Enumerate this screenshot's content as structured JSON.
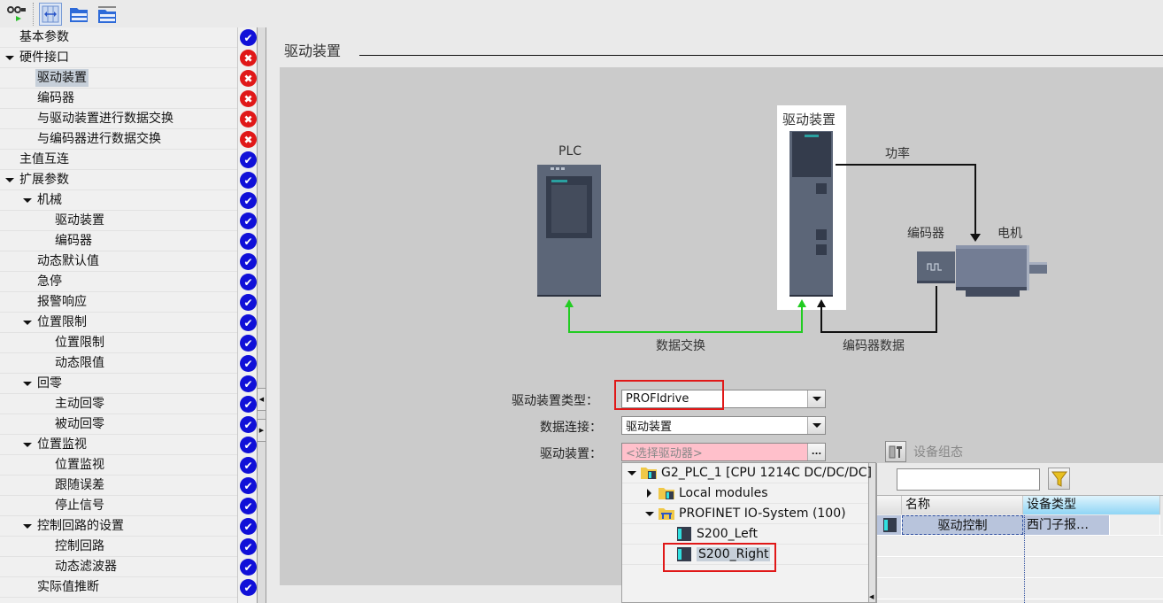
{
  "toolbar": {
    "buttons": [
      {
        "name": "monitor-glasses-icon"
      },
      {
        "name": "column-width-icon",
        "active": true
      },
      {
        "name": "expand-all-icon"
      },
      {
        "name": "collapse-all-icon"
      }
    ]
  },
  "nav": {
    "items": [
      {
        "label": "基本参数",
        "level": 0,
        "expandable": false,
        "status": "ok"
      },
      {
        "label": "硬件接口",
        "level": 0,
        "expandable": true,
        "status": "err"
      },
      {
        "label": "驱动装置",
        "level": 1,
        "expandable": false,
        "status": "err",
        "selected": true
      },
      {
        "label": "编码器",
        "level": 1,
        "expandable": false,
        "status": "err"
      },
      {
        "label": "与驱动装置进行数据交换",
        "level": 1,
        "expandable": false,
        "status": "err"
      },
      {
        "label": "与编码器进行数据交换",
        "level": 1,
        "expandable": false,
        "status": "err"
      },
      {
        "label": "主值互连",
        "level": 0,
        "expandable": false,
        "status": "ok"
      },
      {
        "label": "扩展参数",
        "level": 0,
        "expandable": true,
        "status": "ok"
      },
      {
        "label": "机械",
        "level": 1,
        "expandable": true,
        "status": "ok"
      },
      {
        "label": "驱动装置",
        "level": 2,
        "expandable": false,
        "status": "ok"
      },
      {
        "label": "编码器",
        "level": 2,
        "expandable": false,
        "status": "ok"
      },
      {
        "label": "动态默认值",
        "level": 1,
        "expandable": false,
        "status": "ok"
      },
      {
        "label": "急停",
        "level": 1,
        "expandable": false,
        "status": "ok"
      },
      {
        "label": "报警响应",
        "level": 1,
        "expandable": false,
        "status": "ok"
      },
      {
        "label": "位置限制",
        "level": 1,
        "expandable": true,
        "status": "ok"
      },
      {
        "label": "位置限制",
        "level": 2,
        "expandable": false,
        "status": "ok"
      },
      {
        "label": "动态限值",
        "level": 2,
        "expandable": false,
        "status": "ok"
      },
      {
        "label": "回零",
        "level": 1,
        "expandable": true,
        "status": "ok"
      },
      {
        "label": "主动回零",
        "level": 2,
        "expandable": false,
        "status": "ok"
      },
      {
        "label": "被动回零",
        "level": 2,
        "expandable": false,
        "status": "ok"
      },
      {
        "label": "位置监视",
        "level": 1,
        "expandable": true,
        "status": "ok"
      },
      {
        "label": "位置监视",
        "level": 2,
        "expandable": false,
        "status": "ok"
      },
      {
        "label": "跟随误差",
        "level": 2,
        "expandable": false,
        "status": "ok"
      },
      {
        "label": "停止信号",
        "level": 2,
        "expandable": false,
        "status": "ok"
      },
      {
        "label": "控制回路的设置",
        "level": 1,
        "expandable": true,
        "status": "ok"
      },
      {
        "label": "控制回路",
        "level": 2,
        "expandable": false,
        "status": "ok"
      },
      {
        "label": "动态滤波器",
        "level": 2,
        "expandable": false,
        "status": "ok"
      },
      {
        "label": "实际值推断",
        "level": 1,
        "expandable": false,
        "status": "ok"
      }
    ]
  },
  "main": {
    "section_title": "驱动装置",
    "diagram": {
      "plc_label": "PLC",
      "drive_label": "驱动装置",
      "power_label": "功率",
      "encoder_label": "编码器",
      "motor_label": "电机",
      "data_exchange_label": "数据交换",
      "encoder_data_label": "编码器数据",
      "colors": {
        "data_line": "#22cc22",
        "power_line": "#111111",
        "device_body": "#5c6678",
        "device_dark": "#343c4c"
      }
    },
    "form": {
      "drive_type_label": "驱动装置类型：",
      "drive_type_value": "PROFIdrive",
      "data_connection_label": "数据连接：",
      "data_connection_value": "驱动装置",
      "drive_label": "驱动装置：",
      "drive_placeholder": "<选择驱动器>",
      "browse_button": "...",
      "device_config_label": "设备组态"
    },
    "tree_popup": {
      "items": [
        {
          "label": "G2_PLC_1 [CPU 1214C DC/DC/DC]",
          "level": 0,
          "expand": "down",
          "icon": "plc-folder-icon"
        },
        {
          "label": "Local modules",
          "level": 1,
          "expand": "right",
          "icon": "module-folder-icon"
        },
        {
          "label": "PROFINET IO-System (100)",
          "level": 1,
          "expand": "down",
          "icon": "network-folder-icon"
        },
        {
          "label": "S200_Left",
          "level": 2,
          "expand": "none",
          "icon": "drive-device-icon"
        },
        {
          "label": "S200_Right",
          "level": 2,
          "expand": "none",
          "icon": "drive-device-icon",
          "selected": true
        }
      ]
    },
    "device_panel": {
      "filter_value": "",
      "columns": [
        "名称",
        "设备类型"
      ],
      "rows": [
        {
          "name": "驱动控制",
          "type": "西门子报…"
        }
      ]
    }
  }
}
